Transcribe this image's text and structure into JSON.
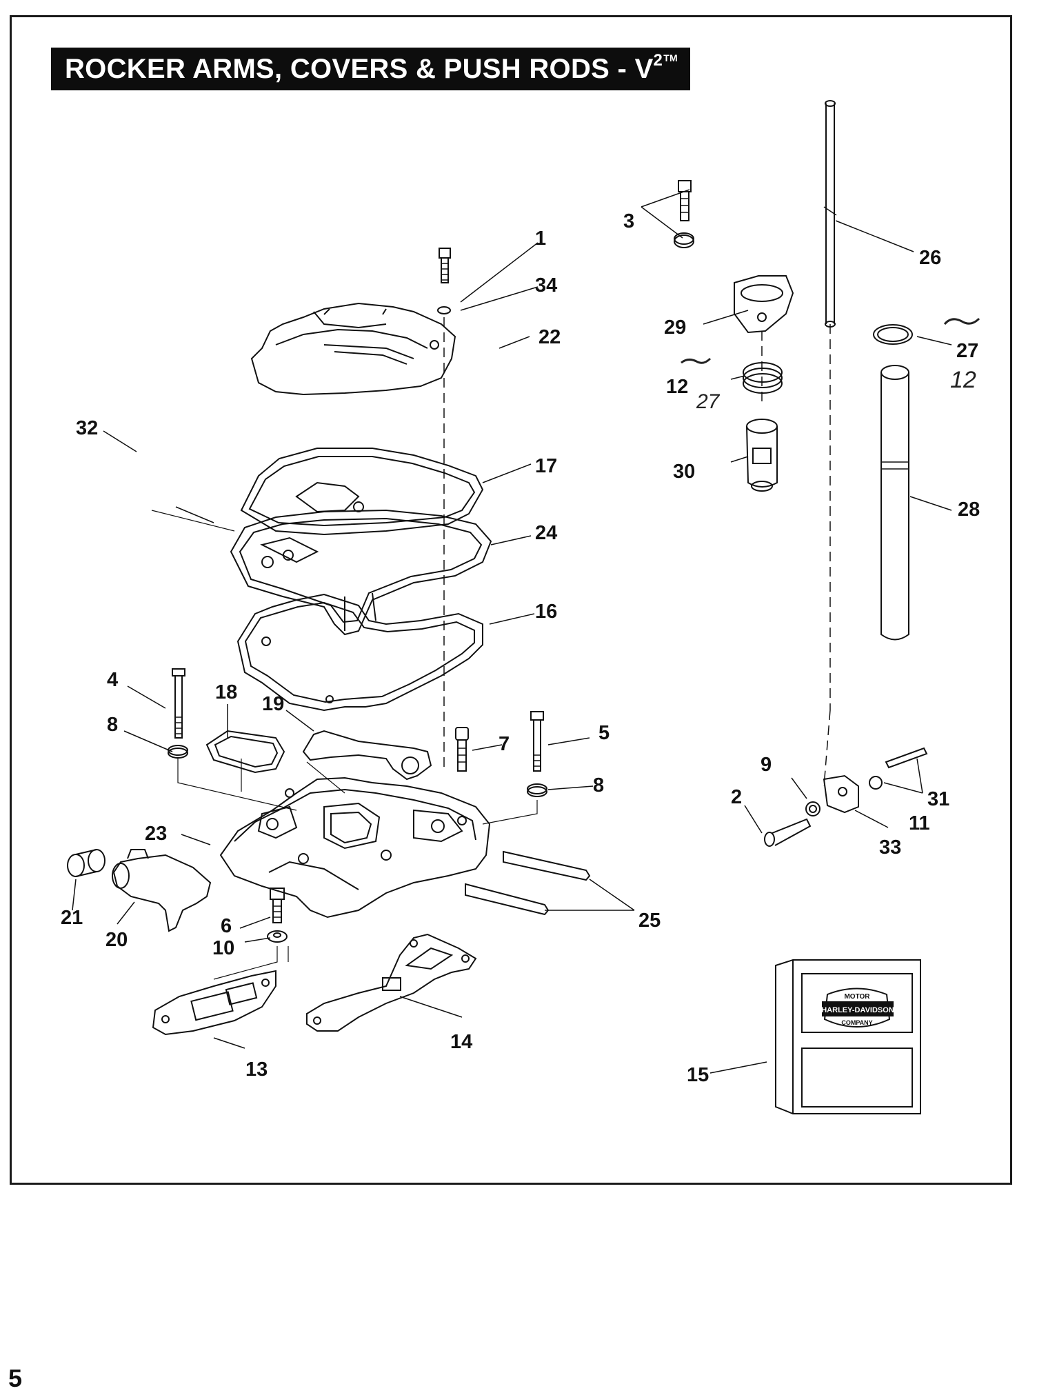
{
  "header": {
    "title_main": "ROCKER ARMS, COVERS & PUSH RODS - V",
    "title_sup": "2",
    "title_tm": "TM"
  },
  "diagram": {
    "callouts": [
      "1",
      "2",
      "3",
      "4",
      "5",
      "6",
      "7",
      "8",
      "8",
      "9",
      "10",
      "11",
      "12",
      "13",
      "14",
      "15",
      "16",
      "17",
      "18",
      "19",
      "20",
      "21",
      "22",
      "23",
      "24",
      "25",
      "26",
      "27",
      "28",
      "29",
      "30",
      "31",
      "32",
      "33",
      "34"
    ],
    "handwritten_notes": [
      "27",
      "12",
      "27"
    ],
    "logo_text": [
      "MOTOR",
      "HARLEY-DAVIDSON",
      "COMPANY"
    ]
  },
  "footer": {
    "page_number": "5"
  }
}
